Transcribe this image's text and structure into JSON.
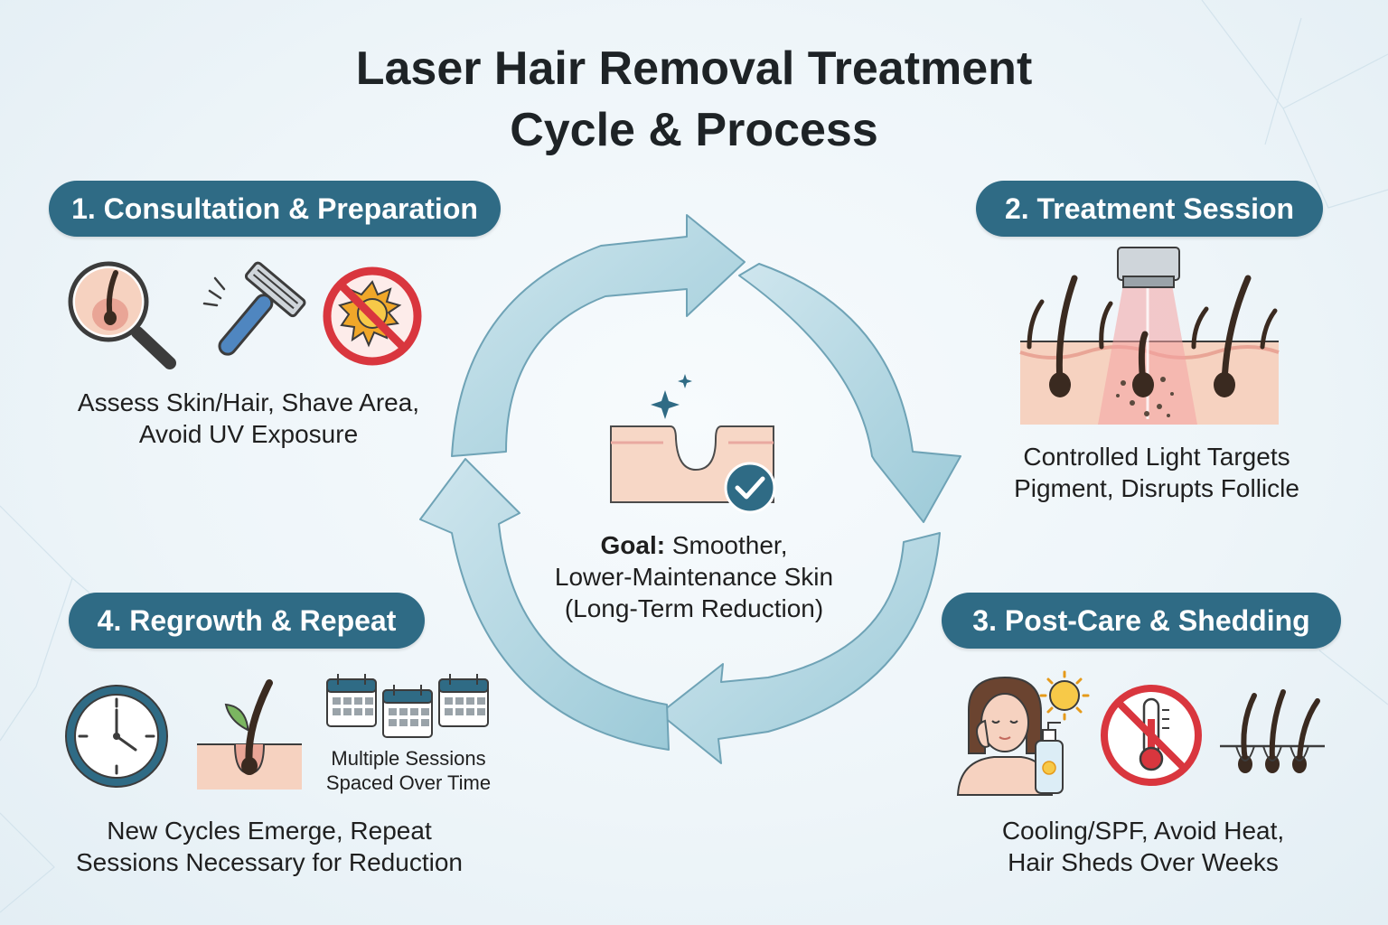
{
  "title": {
    "line1": "Laser Hair Removal Treatment",
    "line2": "Cycle & Process"
  },
  "center": {
    "goal_label": "Goal:",
    "goal_line1": "Smoother,",
    "goal_line2": "Lower-Maintenance Skin",
    "goal_line3": "(Long-Term Reduction)",
    "icons": [
      "smooth-skin-icon",
      "sparkle-icon",
      "checkmark-icon"
    ]
  },
  "steps": [
    {
      "label": "1. Consultation & Preparation",
      "desc_line1": "Assess Skin/Hair, Shave Area,",
      "desc_line2": "Avoid UV Exposure",
      "icons": [
        "magnifier-skin-icon",
        "razor-icon",
        "no-sun-icon"
      ]
    },
    {
      "label": "2. Treatment Session",
      "desc_line1": "Controlled Light Targets",
      "desc_line2": "Pigment, Disrupts Follicle",
      "icons": [
        "laser-follicle-icon"
      ]
    },
    {
      "label": "3. Post-Care & Shedding",
      "desc_line1": "Cooling/SPF, Avoid Heat,",
      "desc_line2": "Hair Sheds Over Weeks",
      "icons": [
        "face-cooling-icon",
        "sun-icon",
        "sunscreen-bottle-icon",
        "no-heat-icon",
        "shedding-hair-icon"
      ]
    },
    {
      "label": "4. Regrowth & Repeat",
      "desc_line1": "New Cycles Emerge, Repeat",
      "desc_line2": "Sessions Necessary for Reduction",
      "sessions_line1": "Multiple Sessions",
      "sessions_line2": "Spaced Over Time",
      "icons": [
        "clock-icon",
        "regrowth-sprout-icon",
        "calendar-icon"
      ]
    }
  ],
  "colors": {
    "pill": "#2f6b85",
    "arrow": "#a9d1dd",
    "prohibit": "#d9363e",
    "skin": "#f6d2c0",
    "hair": "#3a2a20"
  }
}
